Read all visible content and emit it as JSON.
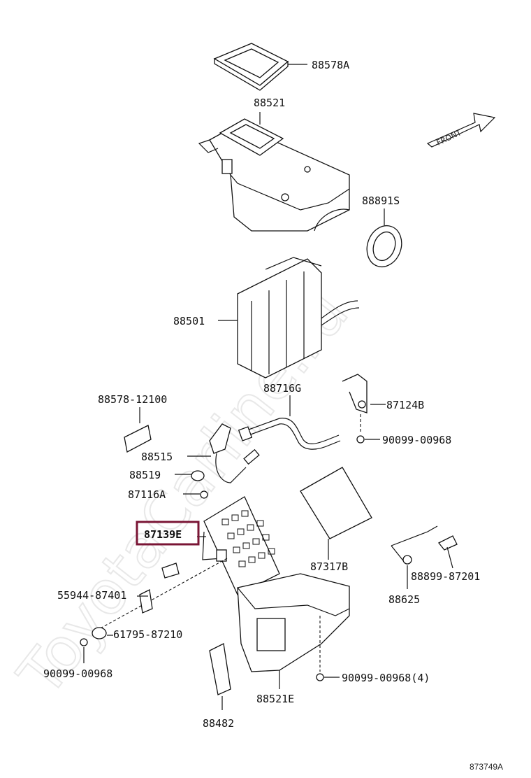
{
  "diagram": {
    "code": "873749A",
    "front_label": "FRONT",
    "watermark": "ToyotaCarline.ru",
    "accent_color": "#7a1535",
    "highlighted_part": "87139E"
  },
  "labels": {
    "p88578A": "88578A",
    "p88521": "88521",
    "p88891S": "88891S",
    "p88501": "88501",
    "p88716G": "88716G",
    "p88578_12100": "88578-12100",
    "p87124B": "87124B",
    "p90099_00968_a": "90099-00968",
    "p88515": "88515",
    "p88519": "88519",
    "p87116A": "87116A",
    "p87139E": "87139E",
    "p87317B": "87317B",
    "p88899_87201": "88899-87201",
    "p88625": "88625",
    "p55944_87401": "55944-87401",
    "p61795_87210": "61795-87210",
    "p90099_00968_b": "90099-00968",
    "p90099_00968_4": "90099-00968(4)",
    "p88521E": "88521E",
    "p88482": "88482"
  }
}
